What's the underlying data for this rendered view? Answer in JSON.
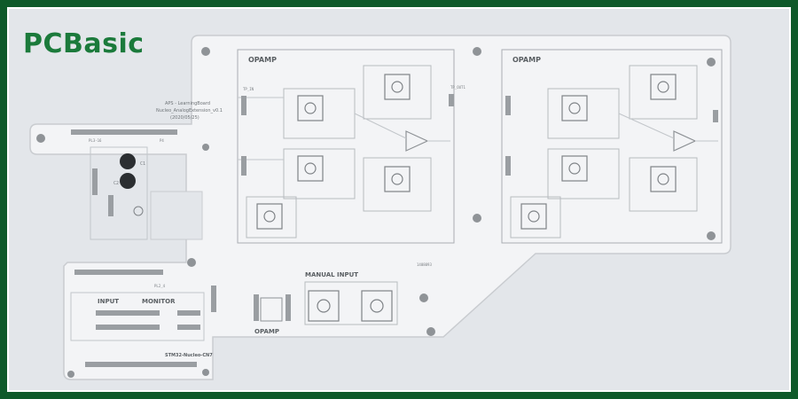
{
  "brand": {
    "logo_text": "PCBasic",
    "accent": "#1b7a3b"
  },
  "board": {
    "name_line1": "APS - LearningBoard",
    "name_line2": "Nucleo_AnalogExtension_v0.1",
    "date": "(2020/05/25)",
    "section_opamp_left": "OPAMP",
    "section_opamp_right": "OPAMP",
    "section_opamp_bottom": "OPAMP",
    "section_manual_input": "MANUAL INPUT",
    "label_input": "INPUT",
    "label_monitor": "MONITOR",
    "label_nucleo": "STM32-Nucleo-CN7",
    "label_pl3": "PL3-16",
    "label_pl2": "PL2_4",
    "label_p4": "P4",
    "label_c1": "C1",
    "label_c2": "C2",
    "label_serial": "1408093",
    "label_tp_out": "TP_OUT1",
    "label_tp_in": "TP_IN"
  }
}
